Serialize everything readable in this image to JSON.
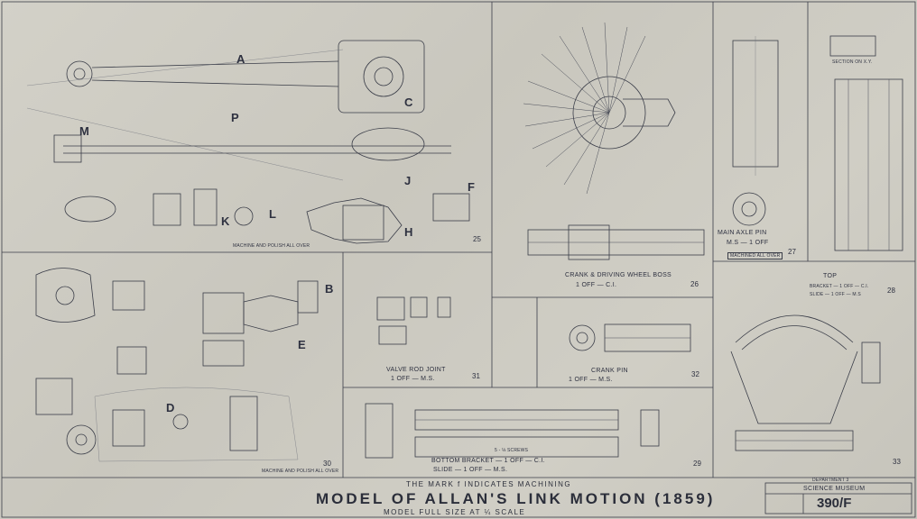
{
  "title": {
    "mark_note": "THE MARK f INDICATES MACHINING",
    "main": "MODEL OF ALLAN'S LINK MOTION (1859)",
    "scale": "MODEL FULL SIZE AT ¼ SCALE"
  },
  "museum": {
    "department": "DEPARTMENT 3",
    "name": "SCIENCE MUSEUM",
    "ref": "390/F"
  },
  "letters": [
    "A",
    "B",
    "C",
    "D",
    "E",
    "F",
    "H",
    "J",
    "K",
    "L",
    "M",
    "P"
  ],
  "sheet_numbers": [
    "25",
    "26",
    "27",
    "28",
    "29",
    "30",
    "31",
    "32",
    "33"
  ],
  "panels": {
    "p26": {
      "caption": "CRANK & DRIVING WHEEL BOSS",
      "spec": "1 OFF — C.I."
    },
    "p27": {
      "caption": "MAIN AXLE PIN",
      "spec": "M.S — 1 OFF",
      "box": "MACHINED ALL OVER"
    },
    "p28": {
      "caption": "SECTION ON X.Y.",
      "top": "TOP",
      "bracket": "BRACKET — 1 OFF — C.I.",
      "slide": "SLIDE — 1 OFF — M.S"
    },
    "p31": {
      "caption": "VALVE ROD JOINT",
      "spec": "1 OFF — M.S."
    },
    "p32": {
      "caption": "CRANK PIN",
      "spec": "1 OFF — M.S."
    },
    "p29": {
      "bottom": "BOTTOM BRACKET — 1 OFF — C.I.",
      "slide": "SLIDE — 1 OFF — M.S.",
      "screws": "5 - ⅛ SCREWS"
    },
    "p25": {
      "note": "MACHINE AND POLISH ALL OVER"
    },
    "p30": {
      "note": "MACHINE AND POLISH ALL OVER"
    }
  }
}
